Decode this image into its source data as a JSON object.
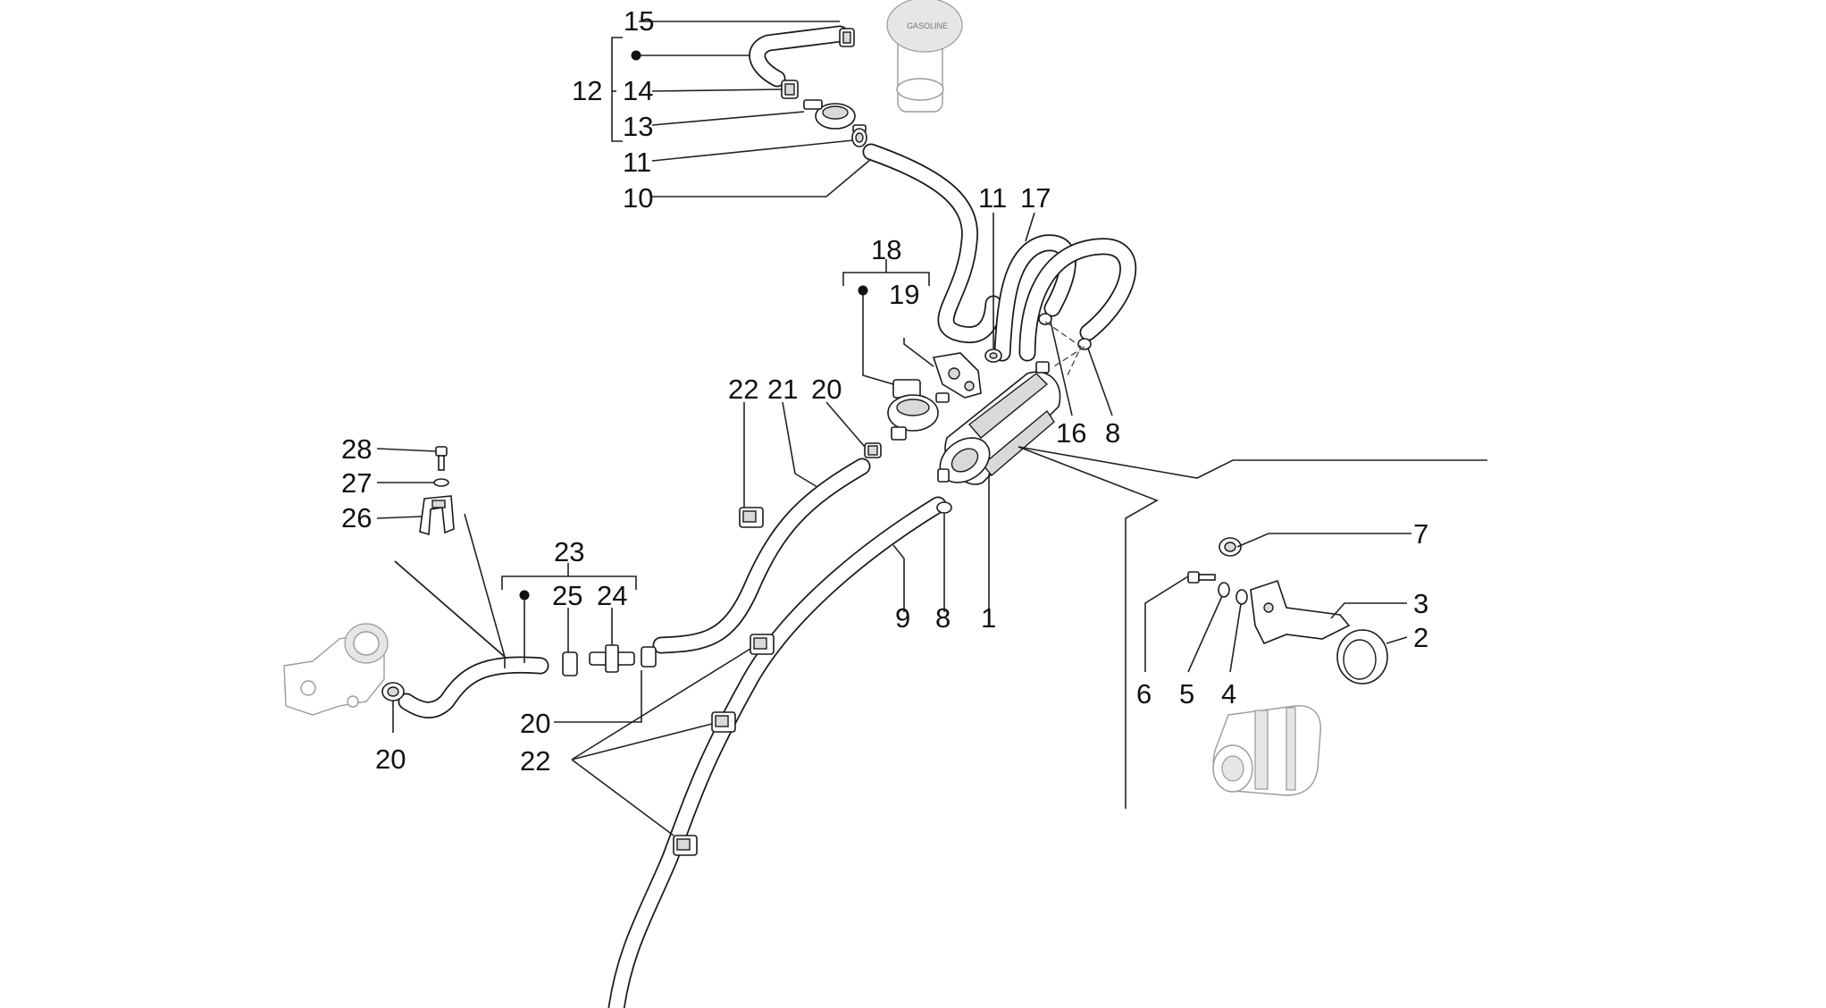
{
  "diagram": {
    "callouts": {
      "c15": "15",
      "c12": "12",
      "c14": "14",
      "c13": "13",
      "c11a": "11",
      "c10": "10",
      "c11b": "11",
      "c17": "17",
      "c18": "18",
      "c19": "19",
      "c16": "16",
      "c8a": "8",
      "c22a": "22",
      "c21": "21",
      "c20a": "20",
      "c28": "28",
      "c27": "27",
      "c26": "26",
      "c23": "23",
      "c25": "25",
      "c24": "24",
      "c9": "9",
      "c8b": "8",
      "c1": "1",
      "c7": "7",
      "c3": "3",
      "c2": "2",
      "c6": "6",
      "c5": "5",
      "c4": "4",
      "c20b": "20",
      "c20c": "20",
      "c22b": "22"
    },
    "cap_label": "GASOLINE"
  }
}
